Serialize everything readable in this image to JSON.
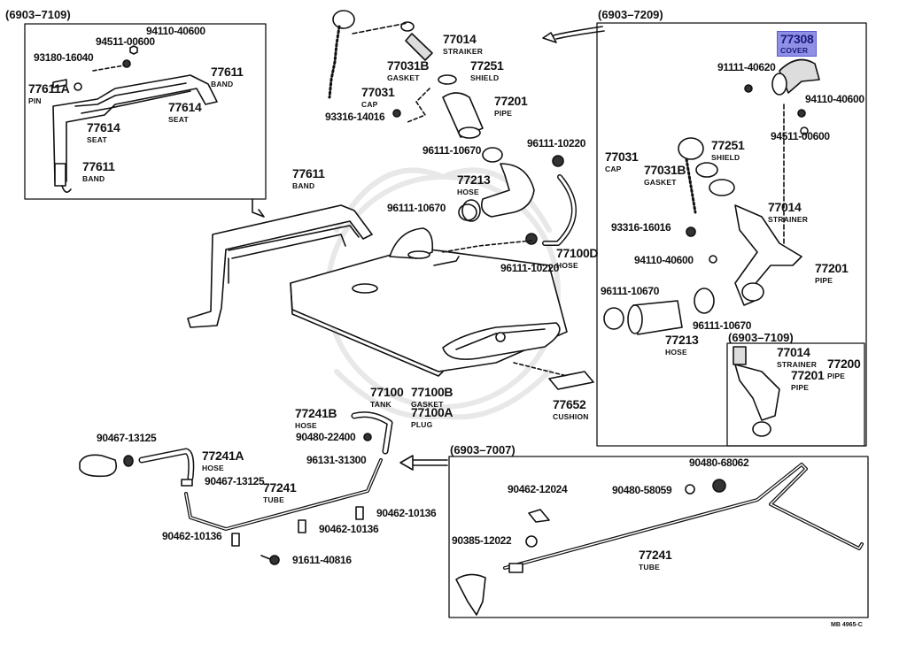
{
  "diagram": {
    "title": "Fuel Tank & Tube parts diagram",
    "highlight_color": "#8f8fe6",
    "drawing_code": "MB 4965-C"
  },
  "groups": {
    "top_left": "(6903–7109)",
    "top_right": "(6903–7209)",
    "inner_right": "(6903–7109)",
    "bottom_right": "(6903–7007)"
  },
  "top_left_box": {
    "p94110": "94110-40600",
    "p94511": "94511-00600",
    "p93180": "93180-16040",
    "band_a": {
      "num": "77611",
      "name": "BAND"
    },
    "pin": {
      "num": "77611A",
      "name": "PIN"
    },
    "seat_a": {
      "num": "77614",
      "name": "SEAT"
    },
    "seat_b": {
      "num": "77614",
      "name": "SEAT"
    },
    "band_b": {
      "num": "77611",
      "name": "BAND"
    }
  },
  "center": {
    "strainer": {
      "num": "77014",
      "name": "STRAIKER"
    },
    "gasket": {
      "num": "77031B",
      "name": "GASKET"
    },
    "shield": {
      "num": "77251",
      "name": "SHIELD"
    },
    "cap": {
      "num": "77031",
      "name": "CAP"
    },
    "pipe": {
      "num": "77201",
      "name": "PIPE"
    },
    "screw": "93316-14016",
    "clamp_a": "96111-10670",
    "clamp_b": "96111-10220",
    "hose": {
      "num": "77213",
      "name": "HOSE"
    },
    "clamp_c": "96111-10670",
    "hose_d": {
      "num": "77100D",
      "name": "HOSE"
    },
    "clamp_d": "96111-10220",
    "band": {
      "num": "77611",
      "name": "BAND"
    },
    "tank": {
      "num": "77100",
      "name": "TANK"
    },
    "tank_gasket": {
      "num": "77100B",
      "name": "GASKET"
    },
    "tank_plug": {
      "num": "77100A",
      "name": "PLUG"
    },
    "cushion": {
      "num": "77652",
      "name": "CUSHION"
    },
    "hose_b": {
      "num": "77241B",
      "name": "HOSE"
    },
    "p90480": "90480-22400",
    "p96131": "96131-31300"
  },
  "top_right_box": {
    "cover": {
      "num": "77308",
      "name": "COVER"
    },
    "p91111": "91111-40620",
    "p94110": "94110-40600",
    "p94511": "94511-00600",
    "cap": {
      "num": "77031",
      "name": "CAP"
    },
    "gasket": {
      "num": "77031B",
      "name": "GASKET"
    },
    "shield": {
      "num": "77251",
      "name": "SHIELD"
    },
    "strainer": {
      "num": "77014",
      "name": "STRAINER"
    },
    "p93316": "93316-16016",
    "p94110b": "94110-40600",
    "pipe": {
      "num": "77201",
      "name": "PIPE"
    },
    "clamp_a": "96111-10670",
    "hose": {
      "num": "77213",
      "name": "HOSE"
    },
    "clamp_b": "96111-10670"
  },
  "inner_right_box": {
    "strainer": {
      "num": "77014",
      "name": "STRAINER"
    },
    "pipe": {
      "num": "77201",
      "name": "PIPE"
    },
    "pipe_assy": {
      "num": "77200",
      "name": "PIPE"
    }
  },
  "bottom_left": {
    "clip_a": "90467-13125",
    "hose_a": {
      "num": "77241A",
      "name": "HOSE"
    },
    "clip_b": "90467-13125",
    "tube": {
      "num": "77241",
      "name": "TUBE"
    },
    "clamp_a": "90462-10136",
    "clamp_b": "90462-10136",
    "clamp_c": "90462-10136",
    "bolt": "91611-40816"
  },
  "bottom_right_box": {
    "p90480a": "90480-68062",
    "p90462": "90462-12024",
    "p90480b": "90480-58059",
    "p90385": "90385-12022",
    "tube": {
      "num": "77241",
      "name": "TUBE"
    }
  }
}
